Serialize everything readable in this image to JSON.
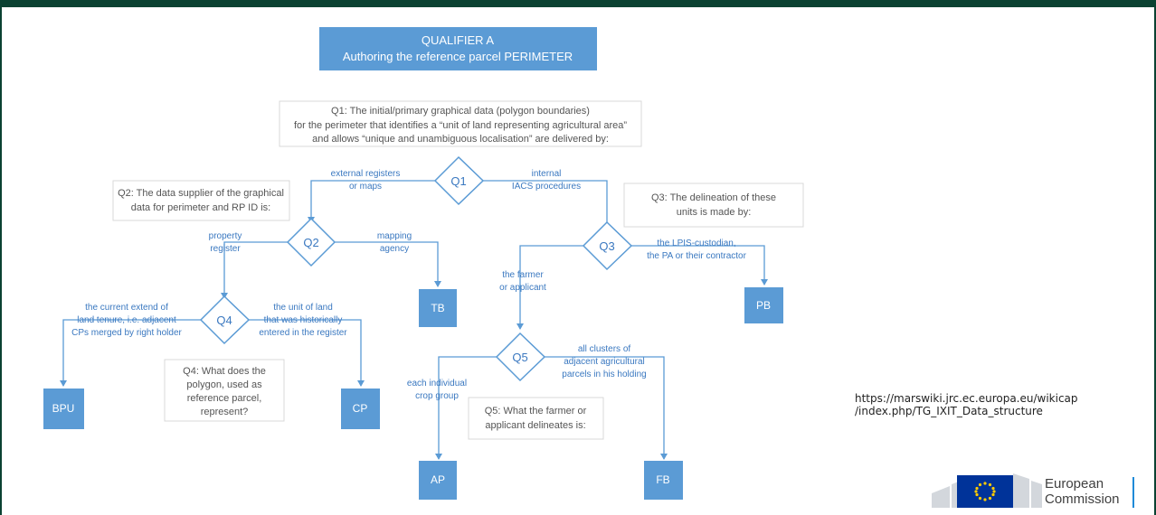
{
  "title": {
    "line1": "QUALIFIER A",
    "line2": "Authoring the reference parcel PERIMETER"
  },
  "questions": {
    "q1": [
      "Q1: The initial/primary graphical data (polygon boundaries)",
      "for the perimeter that identifies a “unit of land representing agricultural area”",
      "and allows “unique and unambiguous localisation” are delivered by:"
    ],
    "q2": [
      "Q2: The data supplier of the graphical",
      "data for perimeter and RP ID is:"
    ],
    "q3": [
      "Q3: The delineation of these",
      "units is made by:"
    ],
    "q4": [
      "Q4: What does the",
      "polygon, used as",
      "reference parcel,",
      "represent?"
    ],
    "q5": [
      "Q5: What the farmer or",
      "applicant delineates is:"
    ]
  },
  "decisions": {
    "q1": "Q1",
    "q2": "Q2",
    "q3": "Q3",
    "q4": "Q4",
    "q5": "Q5"
  },
  "edges": {
    "q1_left": [
      "external registers",
      "or maps"
    ],
    "q1_right": [
      "internal",
      "IACS procedures"
    ],
    "q2_left": [
      "property",
      "register"
    ],
    "q2_right": [
      "mapping",
      "agency"
    ],
    "q3_left": [
      "the farmer",
      "or applicant"
    ],
    "q3_right": [
      "the LPIS-custodian,",
      "the PA or their contractor"
    ],
    "q4_left": [
      "the current extend of",
      "land tenure, i.e. adjacent",
      "CPs merged by right holder"
    ],
    "q4_right": [
      "the unit of land",
      "that was historically",
      "entered in the register"
    ],
    "q5_left": [
      "each individual",
      "crop group"
    ],
    "q5_right": [
      "all clusters of",
      "adjacent agricultural",
      "parcels in his holding"
    ]
  },
  "terminals": {
    "tb": "TB",
    "pb": "PB",
    "bpu": "BPU",
    "cp": "CP",
    "ap": "AP",
    "fb": "FB"
  },
  "url": {
    "line1": "https://marswiki.jrc.ec.europa.eu/wikicap",
    "line2": "/index.php/TG_IXIT_Data_structure"
  },
  "logo": {
    "line1": "European",
    "line2": "Commission"
  },
  "colors": {
    "accent": "#5b9bd5",
    "line": "#5b9bd5",
    "topbar": "#0b4232",
    "eu_blue": "#003399",
    "eu_star": "#ffcc00"
  }
}
